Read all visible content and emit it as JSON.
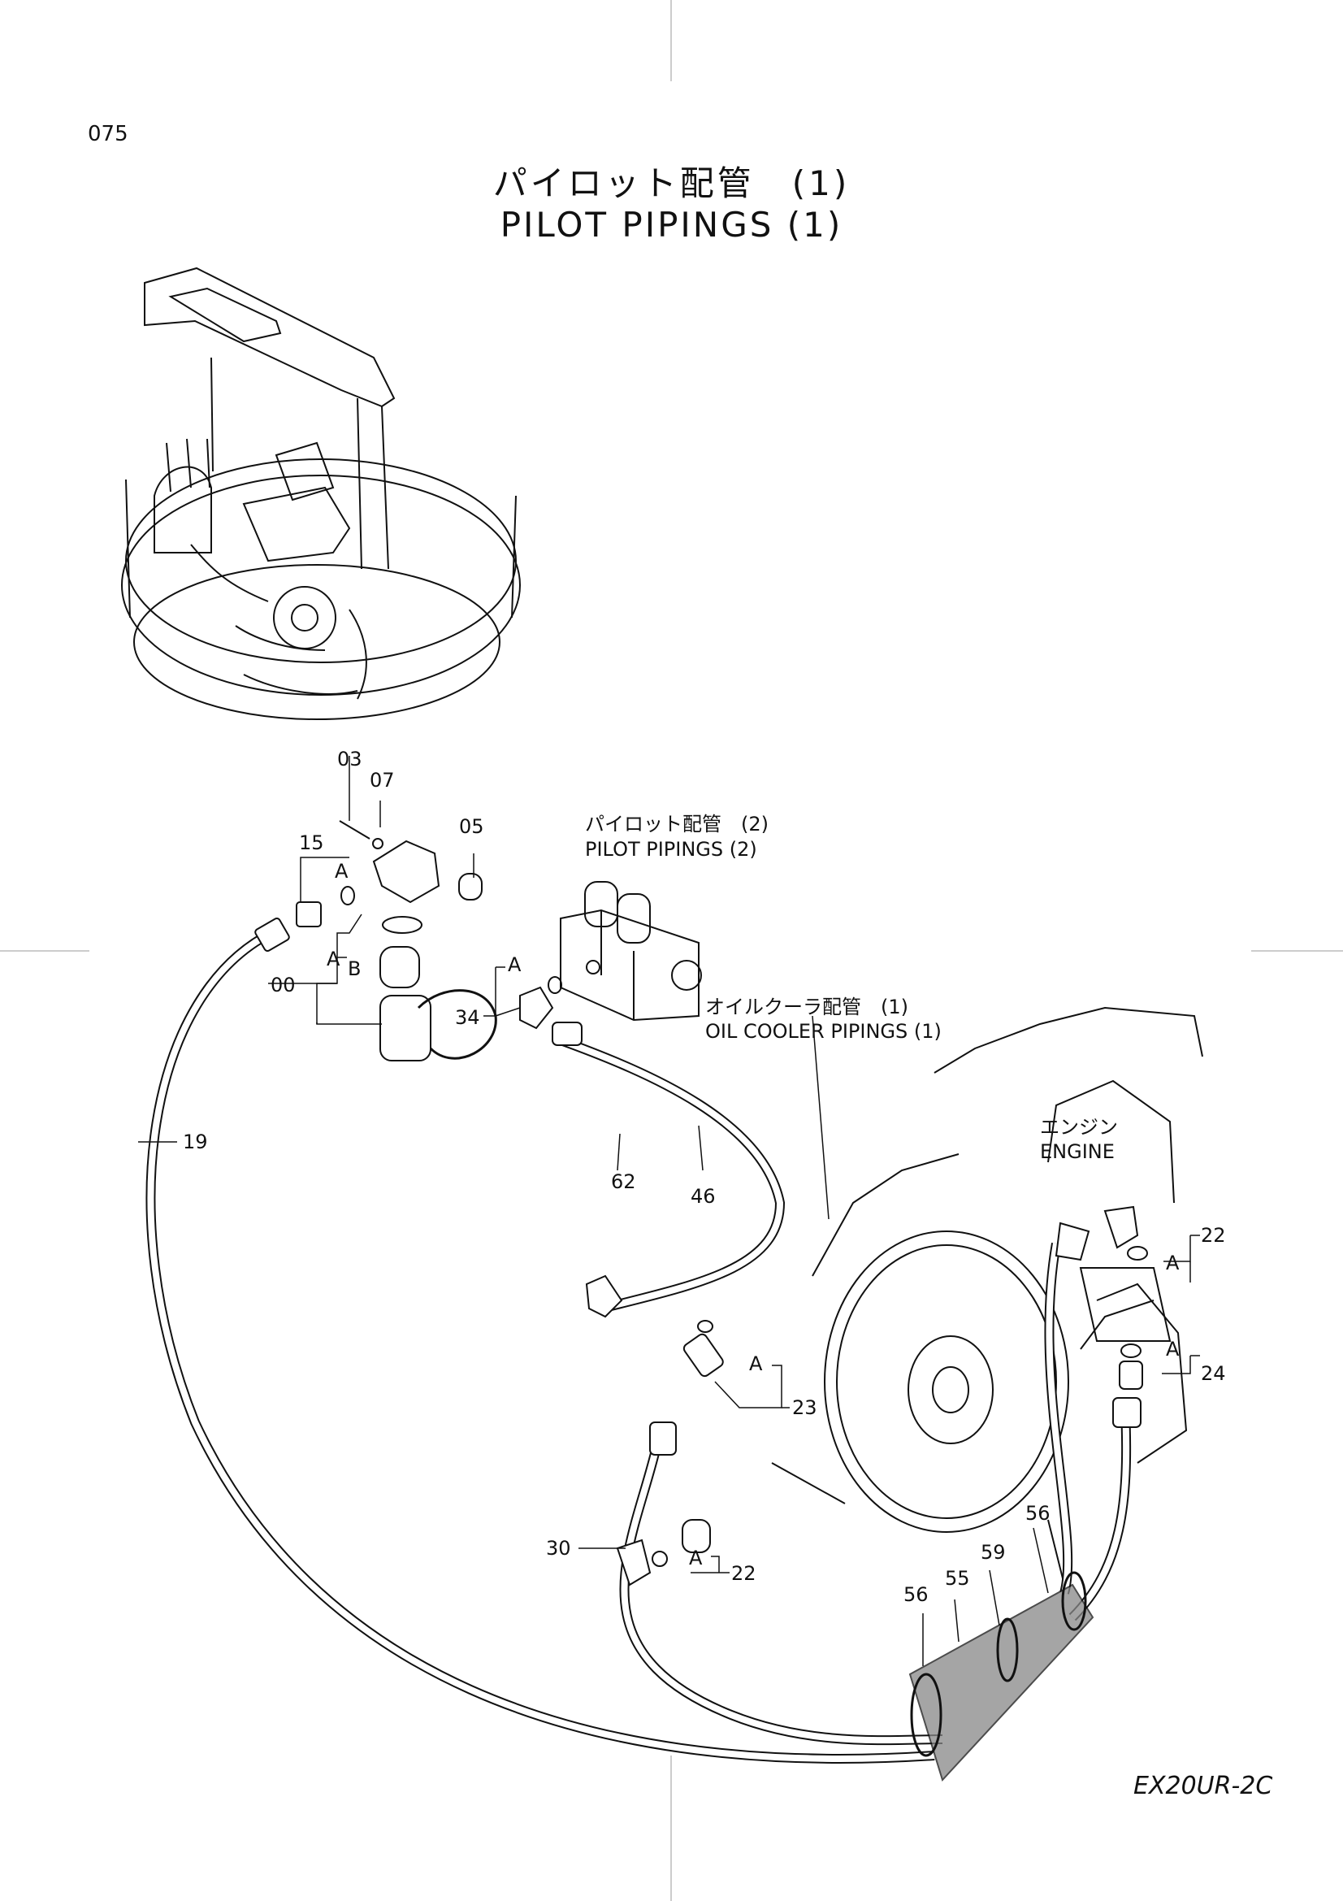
{
  "page_number": "075",
  "title_jp": "パイロット配管　(1)",
  "title_en": "PILOT PIPINGS (1)",
  "model": "EX20UR-2C",
  "notes": {
    "pilot2_jp": "パイロット配管　(2)",
    "pilot2_en": "PILOT PIPINGS (2)",
    "oilcooler_jp": "オイルクーラ配管　(1)",
    "oilcooler_en": "OIL COOLER PIPINGS (1)",
    "engine_jp": "エンジン",
    "engine_en": "ENGINE"
  },
  "callouts": {
    "p03": "03",
    "p07": "07",
    "p05": "05",
    "p15": "15",
    "p00": "00",
    "p34": "34",
    "p19": "19",
    "p62": "62",
    "p46": "46",
    "p22a": "22",
    "p24": "24",
    "p23": "23",
    "p30": "30",
    "p22b": "22",
    "p56a": "56",
    "p59": "59",
    "p55": "55",
    "p56b": "56"
  },
  "refs": {
    "a": "A",
    "b": "B"
  }
}
